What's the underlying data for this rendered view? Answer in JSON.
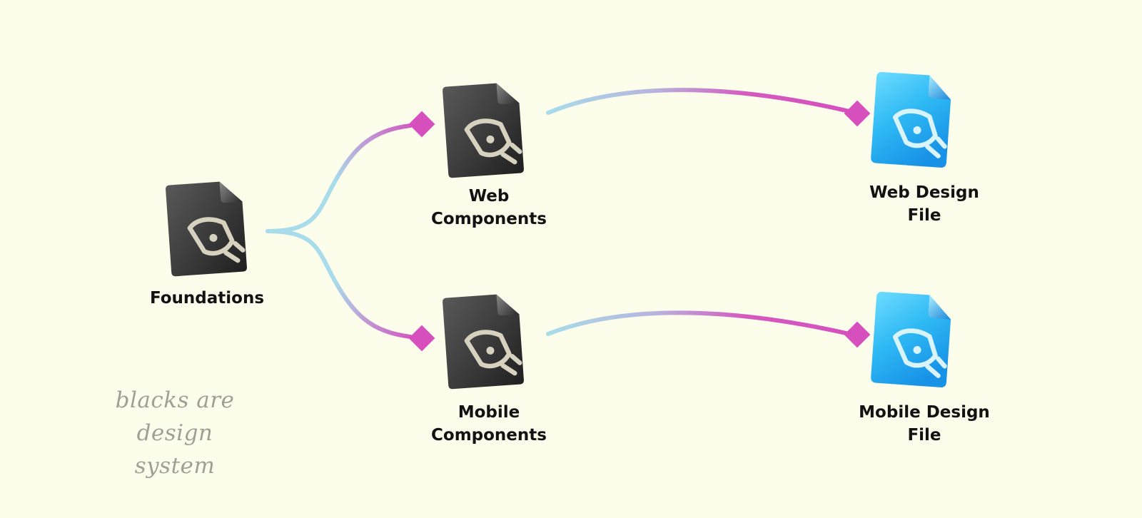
{
  "nodes": {
    "foundations": {
      "label": "Foundations",
      "kind": "design-system-file",
      "icon": "pen-nib-icon"
    },
    "web_components": {
      "label": "Web\nComponents",
      "kind": "design-system-file",
      "icon": "pen-nib-icon"
    },
    "mobile_components": {
      "label": "Mobile\nComponents",
      "kind": "design-system-file",
      "icon": "pen-nib-icon"
    },
    "web_design_file": {
      "label": "Web Design\nFile",
      "kind": "design-file",
      "icon": "pen-nib-icon"
    },
    "mobile_design_file": {
      "label": "Mobile Design\nFile",
      "kind": "design-file",
      "icon": "pen-nib-icon"
    }
  },
  "connections": [
    {
      "from": "foundations",
      "to": "web_components",
      "end": "diamond"
    },
    {
      "from": "foundations",
      "to": "mobile_components",
      "end": "diamond"
    },
    {
      "from": "web_components",
      "to": "web_design_file",
      "end": "diamond"
    },
    {
      "from": "mobile_components",
      "to": "mobile_design_file",
      "end": "diamond"
    }
  ],
  "note": {
    "text": "blacks are design\nsystem"
  },
  "colors": {
    "background": "#fdfdec",
    "connector_start": "#a8dcea",
    "connector_end": "#d550bd",
    "design_system_file": "#3a3a3a",
    "design_file": "#2bb6f2",
    "label": "#121212",
    "note": "#a19f95"
  }
}
